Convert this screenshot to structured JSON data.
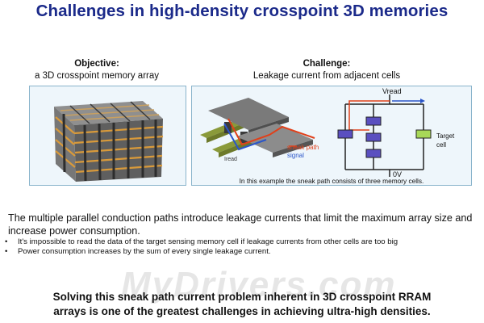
{
  "title": "Challenges in high-density crosspoint 3D memories",
  "objective": {
    "heading": "Objective:",
    "subtitle": "a 3D crosspoint memory array"
  },
  "challenge": {
    "heading": "Challenge:",
    "subtitle": "Leakage current from adjacent cells",
    "labels": {
      "sneak": "sneak path",
      "signal": "signal",
      "iread": "Iread",
      "vread": "Vread",
      "zero": "0V",
      "target1": "Target",
      "target2": "cell"
    },
    "caption": "In this example the sneak path consists of three memory cells."
  },
  "paragraph": "The multiple parallel conduction paths introduce leakage currents that limit the maximum array size and increase power consumption.",
  "bullets": [
    "It's impossible to read the data of the target sensing memory cell if leakage currents from other cells are too big",
    "Power consumption increases by the sum of every single leakage current."
  ],
  "conclusion": {
    "line1": "Solving this sneak path current problem inherent in 3D crosspoint RRAM",
    "line2": "arrays is one of the greatest challenges in achieving ultra-high densities."
  },
  "watermark": "MyDrivers.com",
  "colors": {
    "title": "#1b2a8a",
    "sneak_path": "#e0401a",
    "signal": "#2a55c8",
    "cell": "#5a4fc0",
    "target_cell": "#a8d858",
    "panel_border": "#8ab4cc"
  }
}
